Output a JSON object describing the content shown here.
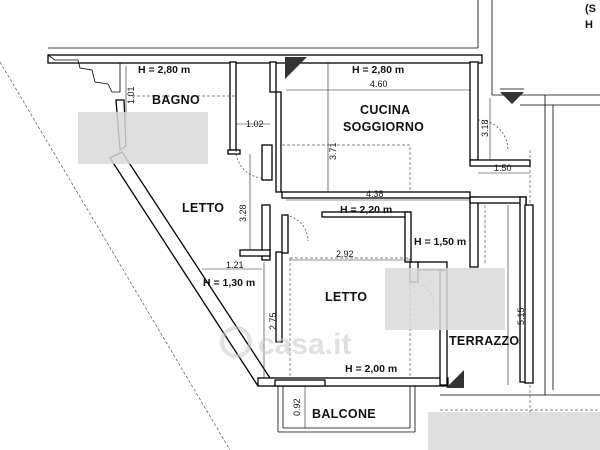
{
  "corner_text": {
    "line1": "(S",
    "line2": "H"
  },
  "rooms": {
    "bagno": "BAGNO",
    "cucina": "CUCINA",
    "soggiorno": "SOGGIORNO",
    "letto_1": "LETTO",
    "letto_2": "LETTO",
    "terrazzo": "TERRAZZO",
    "balcone": "BALCONE"
  },
  "heights": {
    "bagno": "H = 2,80 m",
    "cucina": "H = 2,80 m",
    "corridoio": "H = 2,20 m",
    "terrazzo": "H = 1,50 m",
    "letto_1": "H = 1,30 m",
    "letto_2": "H = 2,00 m"
  },
  "dimensions": {
    "d_101": "1.01",
    "d_102": "1.02",
    "d_460": "4.60",
    "d_371": "3.71",
    "d_318": "3.18",
    "d_150": "1.50",
    "d_438": "4.38",
    "d_328": "3.28",
    "d_121": "1.21",
    "d_292": "2.92",
    "d_275": "2.75",
    "d_515": "5.15",
    "d_092": "0.92"
  },
  "watermark": "casa.it",
  "colors": {
    "wall": "#000000",
    "background": "#ffffff",
    "blur": "#d9d9d9",
    "watermark": "#c8c8c8"
  }
}
